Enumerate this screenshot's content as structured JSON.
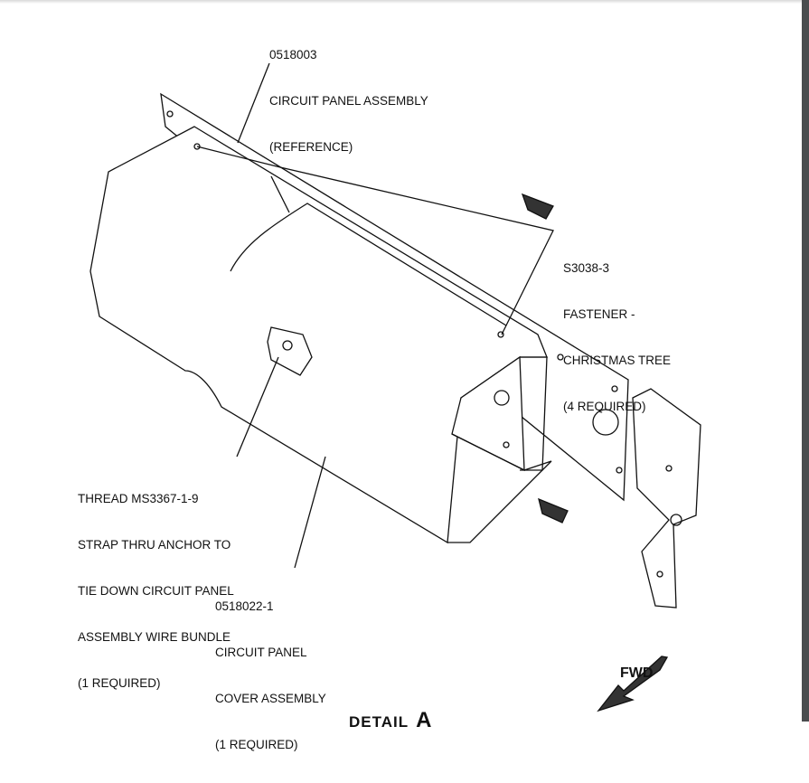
{
  "labels": {
    "panel_ref": [
      "0518003",
      "CIRCUIT PANEL ASSEMBLY",
      "(REFERENCE)"
    ],
    "fastener": [
      "S3038-3",
      "FASTENER -",
      "CHRISTMAS TREE",
      "(4 REQUIRED)"
    ],
    "strap": [
      "THREAD MS3367-1-9",
      "STRAP THRU ANCHOR TO",
      "TIE DOWN CIRCUIT PANEL",
      "ASSEMBLY WIRE BUNDLE",
      "(1 REQUIRED)"
    ],
    "cover": [
      "0518022-1",
      "CIRCUIT PANEL",
      "COVER ASSEMBLY",
      "(1 REQUIRED)"
    ]
  },
  "fwd": "FWD",
  "detail": {
    "text": "DETAIL",
    "letter": "A"
  }
}
